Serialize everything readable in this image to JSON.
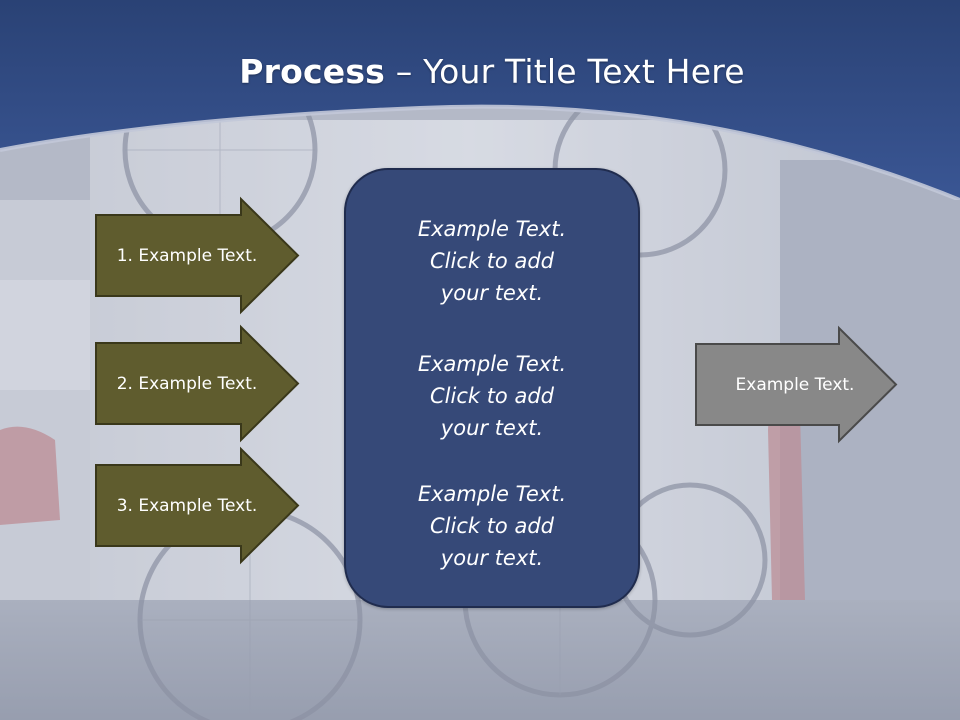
{
  "slide": {
    "title_bold": "Process",
    "title_rest": " – Your Title Text Here"
  },
  "left_steps": [
    {
      "label": "1. Example Text."
    },
    {
      "label": "2. Example Text."
    },
    {
      "label": "3. Example Text."
    }
  ],
  "center_box": {
    "paragraphs": [
      {
        "line1": "Example Text.",
        "line2": "Click  to add",
        "line3": "your text."
      },
      {
        "line1": "Example Text.",
        "line2": "Click  to add",
        "line3": "your text."
      },
      {
        "line1": "Example Text.",
        "line2": "Click  to add",
        "line3": "your text."
      }
    ]
  },
  "right_output": {
    "label": "Example Text."
  },
  "colors": {
    "header_blue": "#2c4376",
    "arrow_olive": "#5f5c2e",
    "box_blue": "#364978",
    "arrow_gray": "#888888"
  }
}
